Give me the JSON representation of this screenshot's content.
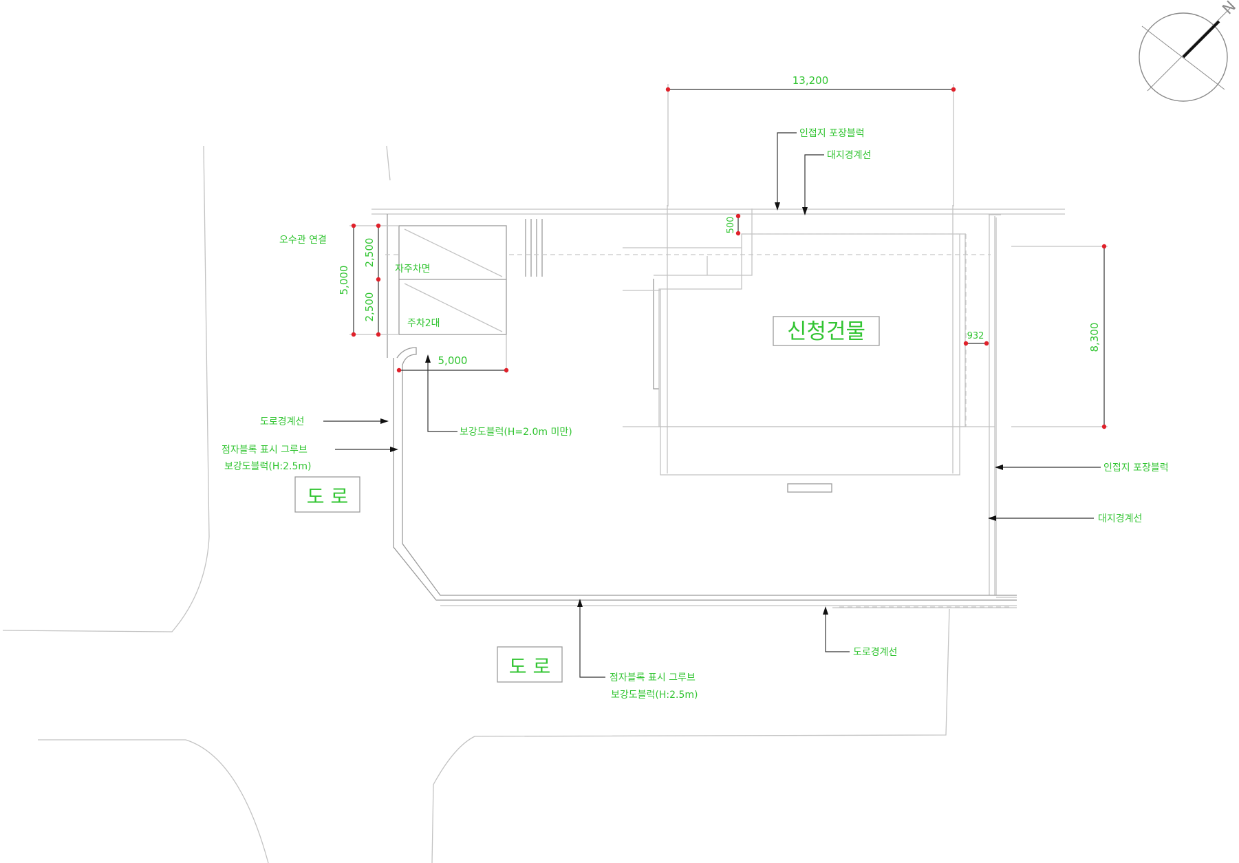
{
  "labels": {
    "building": "신청건물",
    "road_1": "도 로",
    "road_2": "도 로",
    "north_mark": "N",
    "septic": "오수관 연결",
    "parking_note": "주차2대",
    "bike_note": "자주차면",
    "adj_block": "인접지 포장블럭",
    "site_boundary_top": "대지경계선",
    "road_boundary_left": "도로경계선",
    "left_note_1": "점자블록 표시 그루브",
    "left_note_2": "보강도블럭(H:2.5m)",
    "walk_note": "보강도블럭(H=2.0m 미만)",
    "right_note_1": "인접지 포장블럭",
    "right_note_2": "대지경계선",
    "road_boundary_bottom": "도로경계선",
    "bottom_note_1": "점자블록 표시 그루브",
    "bottom_note_2": "보강도블럭(H:2.5m)"
  },
  "dimensions": {
    "width_top": "13,200",
    "height_right": "8,300",
    "parking_width": "5,000",
    "parking_total": "5,000",
    "parking_upper": "2,500",
    "parking_lower": "2,500",
    "setback_top": "500",
    "setback_right": "932"
  },
  "colors": {
    "annotation": "#31c431",
    "dimension_point": "#e0202a",
    "linework": "#c2c2c2"
  }
}
